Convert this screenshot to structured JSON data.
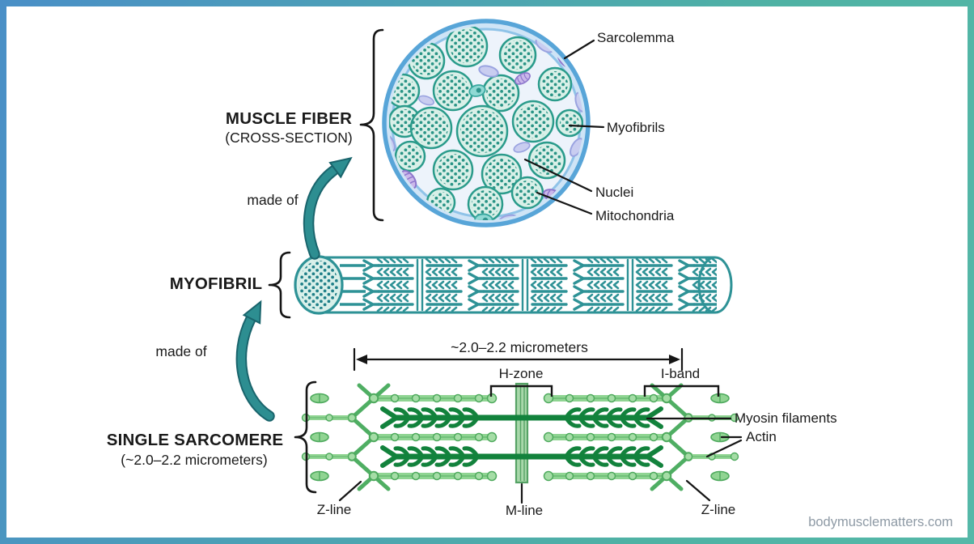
{
  "sections": {
    "muscle_fiber": {
      "title": "MUSCLE FIBER",
      "subtitle": "(CROSS-SECTION)",
      "made_of": "made of",
      "labels": {
        "sarcolemma": "Sarcolemma",
        "myofibrils": "Myofibrils",
        "nuclei": "Nuclei",
        "mitochondria": "Mitochondria"
      }
    },
    "myofibril": {
      "title": "MYOFIBRIL",
      "made_of": "made of"
    },
    "sarcomere": {
      "title": "SINGLE SARCOMERE",
      "subtitle": "(~2.0–2.2 micrometers)",
      "measurement": "~2.0–2.2 micrometers",
      "labels": {
        "h_zone": "H-zone",
        "i_band": "I-band",
        "myosin": "Myosin filaments",
        "actin": "Actin",
        "z_line_left": "Z-line",
        "m_line": "M-line",
        "z_line_right": "Z-line"
      }
    }
  },
  "footer": {
    "watermark": "bodymusclematters.com"
  },
  "colors": {
    "border_gradient_start": "#4a8fc7",
    "border_gradient_end": "#55b8a8",
    "sarcolemma_blue": "#58a5d8",
    "fiber_interior": "#edf3fb",
    "myofibril_teal": "#2e9296",
    "arrow_teal": "#2d8e91",
    "nucleus_lavender": "#c9cdf0",
    "mitochondria_purple": "#cbb8ea",
    "actin_green": "#8fd492",
    "myosin_green": "#12823c",
    "text": "#1a1a1a"
  }
}
